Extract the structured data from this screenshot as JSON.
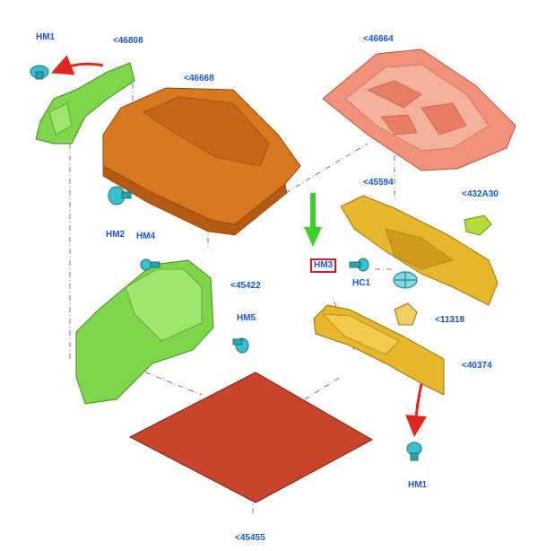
{
  "labels": {
    "hm1_top": "HM1",
    "p46808": "<46808",
    "p46668": "<46668",
    "p46664": "<46664",
    "hm2": "HM2",
    "hm4": "HM4",
    "p45422": "<45422",
    "hm5": "HM5",
    "p45594": "<45594",
    "p432a30": "<432A30",
    "hm3": "HM3",
    "hc1": "HC1",
    "p11318": "<11318",
    "p40374": "<40374",
    "hm1_bottom": "HM1",
    "p45455": "<45455"
  },
  "colors": {
    "label_text": "#1a56c8",
    "highlight_box": "#d21a2a",
    "indicator_arrow": "#3bd12a",
    "removal_arrow": "#e0261e",
    "green_part": "#7fd64a",
    "orange_part": "#d9781f",
    "salmon_part": "#f0937a",
    "yellow_part": "#e7b62b",
    "floor_mat": "#c8442a",
    "clip_cyan": "#39c0cc"
  },
  "icons": [
    "push-clip-icon",
    "clip-icon",
    "removal-arrow-icon",
    "indicator-arrow-icon"
  ]
}
